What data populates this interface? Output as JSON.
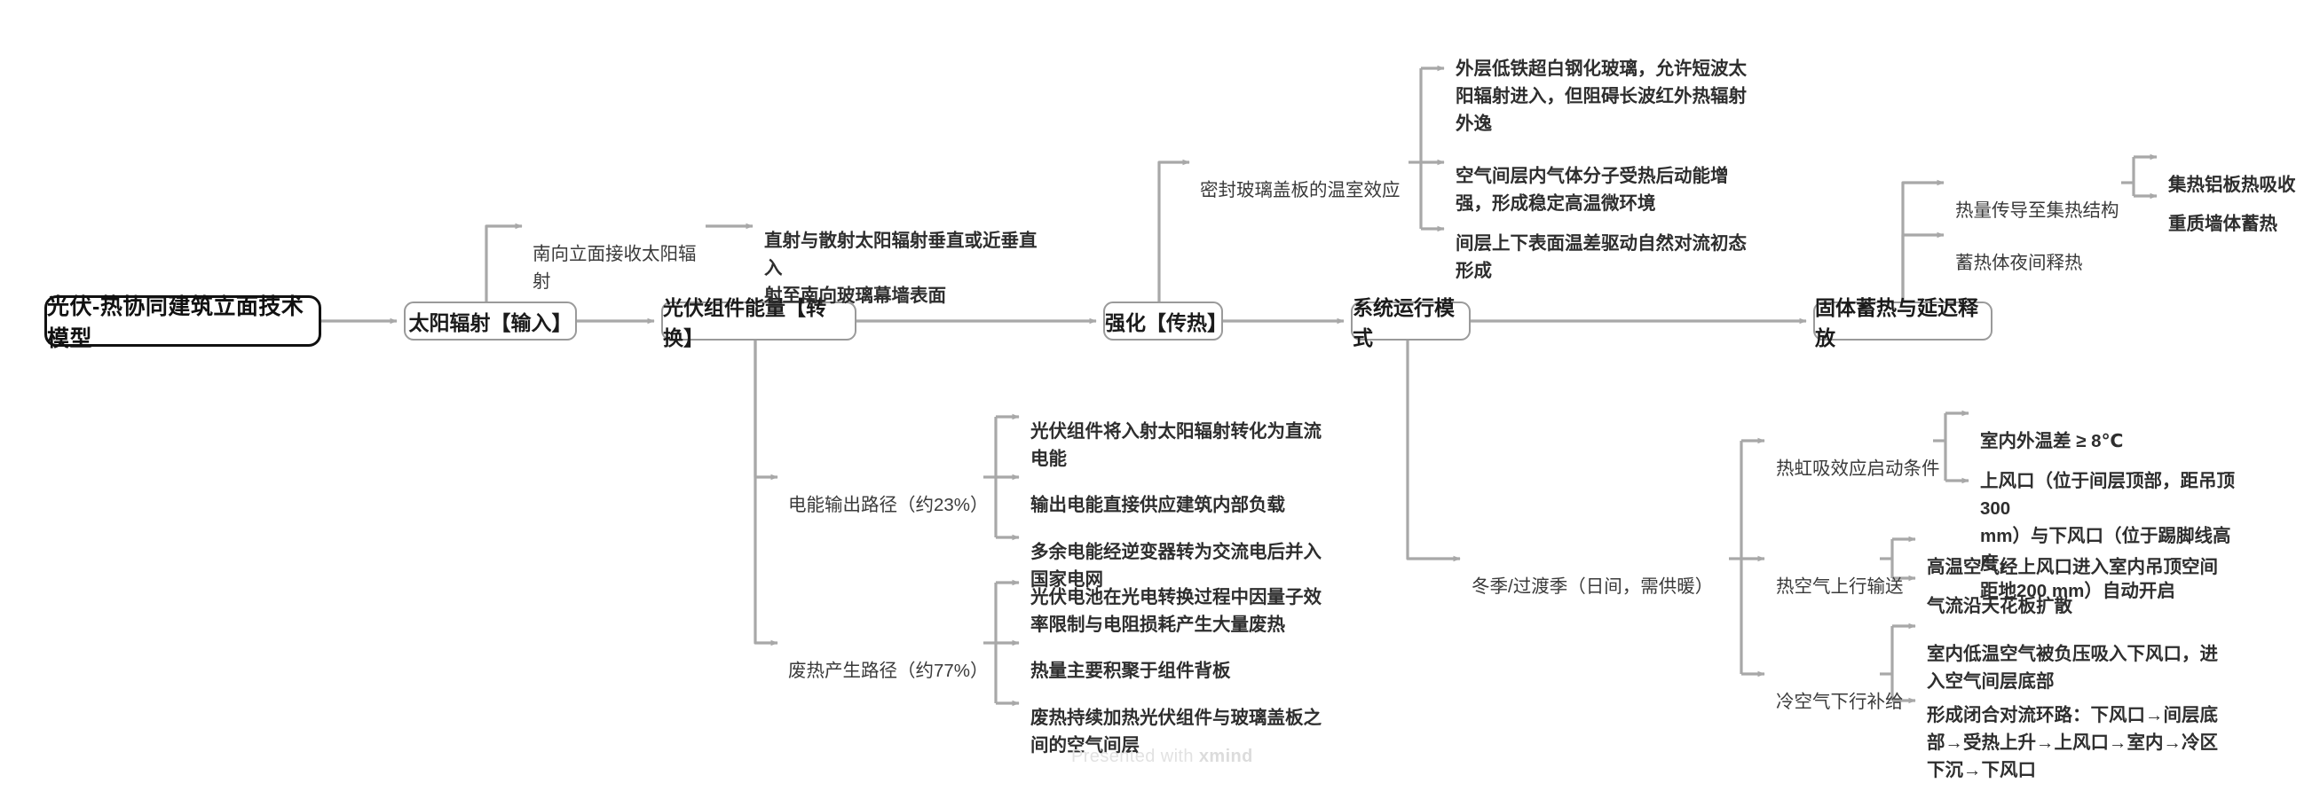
{
  "meta": {
    "watermark_prefix": "Presented with ",
    "watermark_brand": "xmind",
    "line_color": "#a8a8a8",
    "root_border_color": "#111111",
    "node_border_color": "#9a9a9a",
    "text_color": "#3d3d3d"
  },
  "root": {
    "label": "光伏-热协同建筑立面技术模型"
  },
  "stages": [
    {
      "label": "太阳辐射【输入】"
    },
    {
      "label": "光伏组件能量【转换】"
    },
    {
      "label": "强化【传热】"
    },
    {
      "label": "系统运行模式"
    },
    {
      "label": "固体蓄热与延迟释放"
    }
  ],
  "branches": {
    "solar": {
      "mid": "南向立面接收太阳辐射",
      "leaves": [
        "直射与散射太阳辐射垂直或近垂直入\n射至南向玻璃幕墙表面"
      ]
    },
    "pv_energy": {
      "electric": {
        "mid": "电能输出路径（约23%）",
        "leaves": [
          "光伏组件将入射太阳辐射转化为直流\n电能",
          "输出电能直接供应建筑内部负载",
          "多余电能经逆变器转为交流电后并入\n国家电网"
        ]
      },
      "waste_heat": {
        "mid": "废热产生路径（约77%）",
        "leaves": [
          "光伏电池在光电转换过程中因量子效\n率限制与电阻损耗产生大量废热",
          "热量主要积聚于组件背板",
          "废热持续加热光伏组件与玻璃盖板之\n间的空气间层"
        ]
      }
    },
    "heat_transfer": {
      "mid": "密封玻璃盖板的温室效应",
      "leaves": [
        "外层低铁超白钢化玻璃，允许短波太\n阳辐射进入，但阻碍长波红外热辐射\n外逸",
        "空气间层内气体分子受热后动能增\n强，形成稳定高温微环境",
        "间层上下表面温差驱动自然对流初态\n形成"
      ]
    },
    "operation": {
      "mid": "冬季/过渡季（日间，需供暖）",
      "groups": [
        {
          "title": "热虹吸效应启动条件",
          "leaves": [
            "室内外温差 ≥ 8℃",
            "上风口（位于间层顶部，距吊顶300\nmm）与下风口（位于踢脚线高度，\n距地200 mm）自动开启"
          ]
        },
        {
          "title": "热空气上行输送",
          "leaves": [
            "高温空气经上风口进入室内吊顶空间",
            "气流沿天花板扩散"
          ]
        },
        {
          "title": "冷空气下行补给",
          "leaves": [
            "室内低温空气被负压吸入下风口，进\n入空气间层底部",
            "形成闭合对流环路：下风口→间层底\n部→受热上升→上风口→室内→冷区\n下沉→下风口"
          ]
        }
      ]
    },
    "storage": {
      "mid_nodes": [
        {
          "title": "热量传导至集热结构",
          "leaves": [
            "集热铝板热吸收",
            "重质墙体蓄热"
          ]
        },
        {
          "title": "蓄热体夜间释热",
          "leaves": []
        }
      ]
    }
  }
}
